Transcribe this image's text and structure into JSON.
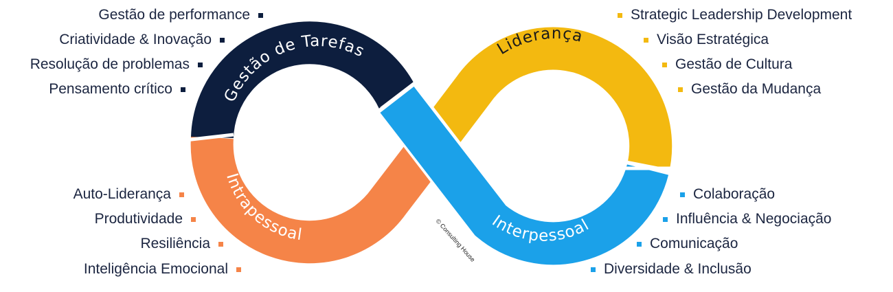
{
  "colors": {
    "navy": "#0d1e3e",
    "orange": "#f58448",
    "yellow": "#f3b910",
    "blue": "#1ba1e9",
    "text": "#1b2540"
  },
  "segments": {
    "tarefas": "Gestão de Tarefas",
    "lideranca": "Liderança",
    "intrapessoal": "Intrapessoal",
    "interpessoal": "Interpessoal"
  },
  "copyright": "© Consulting House",
  "lists": {
    "top_left": [
      "Gestão de performance",
      "Criatividade & Inovação",
      "Resolução de problemas",
      "Pensamento crítico"
    ],
    "bottom_left": [
      "Auto-Liderança",
      "Produtividade",
      "Resiliência",
      "Inteligência Emocional"
    ],
    "top_right": [
      "Strategic Leadership Development",
      "Visão Estratégica",
      "Gestão de Cultura",
      "Gestão da Mudança"
    ],
    "bottom_right": [
      "Colaboração",
      "Influência & Negociação",
      "Comunicação",
      "Diversidade & Inclusão"
    ]
  }
}
